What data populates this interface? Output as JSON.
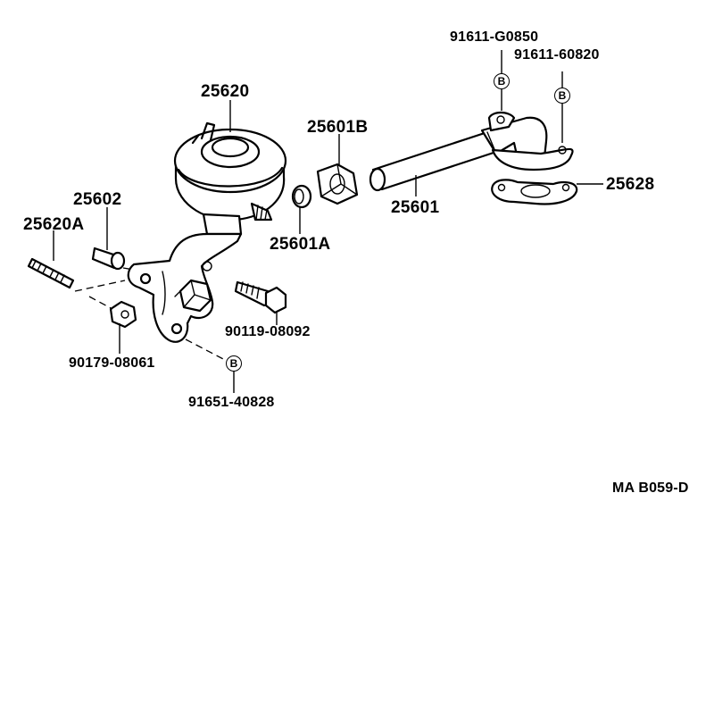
{
  "labels": {
    "p25620": "25620",
    "p25601B": "25601B",
    "p25602": "25602",
    "p25620A": "25620A",
    "p25601A": "25601A",
    "p25601": "25601",
    "p25628": "25628",
    "p90119": "90119-08092",
    "p90179": "90179-08061",
    "p91651": "91651-40828",
    "p91611g": "91611-G0850",
    "p91611": "91611-60820",
    "ref": "MA  B059-D"
  },
  "badges": {
    "b1": "B",
    "b2": "B",
    "b3": "B"
  }
}
